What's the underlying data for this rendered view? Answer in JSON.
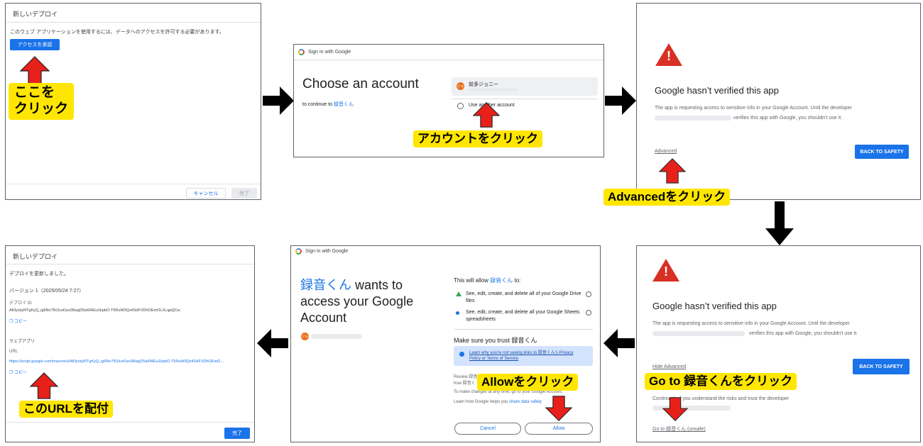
{
  "panel1": {
    "title": "新しいデプロイ",
    "message": "このウェブ アプリケーションを使用するには、データへのアクセスを許可する必要があります。",
    "authorize_button": "アクセスを承認",
    "cancel_button": "キャンセル",
    "done_button": "完了",
    "callout_line1": "ここを",
    "callout_line2": "クリック"
  },
  "panel2": {
    "header": "Sign in with Google",
    "heading": "Choose an account",
    "continue_prefix": "to continue to",
    "app_name": "録音くん",
    "account_name": "前多ジョニー",
    "account_avatar": "ジョ",
    "other_account": "Use another account",
    "callout": "アカウントをクリック"
  },
  "panel3": {
    "heading": "Google hasn’t verified this app",
    "body_line1": "The app is requesting access to sensitive info in your Google Account. Until the developer",
    "body_line2": "verifies this app with Google, you shouldn't use it.",
    "advanced_link": "Advanced",
    "back_button": "BACK TO SAFETY",
    "callout": "Advancedをクリック"
  },
  "panel4": {
    "heading": "Google hasn’t verified this app",
    "body_line1": "The app is requesting access to sensitive info in your Google Account. Until the developer",
    "body_line2": "verifies this app with Google, you shouldn't use it.",
    "hide_advanced": "Hide Advanced",
    "back_button": "BACK TO SAFETY",
    "continue_text": "Continu   nly if you understand the risks and trust the developer",
    "go_to_link": "Go to 録音くん (unsafe)",
    "callout": "Go to 録音くんをクリック"
  },
  "panel5": {
    "header": "Sign in with Google",
    "app_name": "録音くん",
    "heading_rest1": " wants to",
    "heading_line2": "access your Google",
    "heading_line3": "Account",
    "avatar": "ジョ",
    "allow_title_prefix": "This will allow",
    "allow_title_suffix": "to:",
    "perm1_line1": "See, edit, create, and delete all of your Google Drive",
    "perm1_line2": "files",
    "perm2_line1": "See, edit, create, and delete all your Google Sheets",
    "perm2_line2": "spreadsheets",
    "trust_title": "Make sure you trust 録音くん",
    "info_line1": "Learn why you're not seeing links to 録音くん's Privacy",
    "info_line2": "Policy or Terms of Service",
    "review_line1": "Review 録音",
    "review_line2": "how 録音く",
    "changes_line": "To make changes at any time, go to your Google Account.",
    "learn_line_prefix": "Learn how Google helps you",
    "learn_line_link": "share data safely",
    "cancel_button": "Cancel",
    "allow_button": "Allow",
    "callout": "Allowをクリック"
  },
  "panel6": {
    "title": "新しいデプロイ",
    "updated": "デプロイを更新しました。",
    "version": "バージョン 1（2025/05/24 7:27）",
    "deploy_id_label": "デプロイ ID",
    "deploy_id": "AKfycbyRTgKyQ_ig6Nn7N1IceFjvx36wgD5aKfAEu1kpbO-T5RuW0Qx4SdFXDhOEmOLXLqpQCw",
    "copy1": "コピー",
    "webapp_label": "ウェブアプリ",
    "url_label": "URL",
    "url": "https://script.google.com/macros/s/AKfycbyRTgKyQ_ig6Nn7N1IceFjvx36wgD5aKfAEu1kpbO-T5RuW0Qx4SdFXDhOEmO...",
    "copy2": "コピー",
    "done_button": "完了",
    "callout": "このURLを配付"
  },
  "colors": {
    "accent": "#1a73e8",
    "callout": "#ffe600",
    "arrow_red": "#e8201a",
    "warning": "#d93025"
  },
  "icons": [
    "google-logo-icon",
    "warning-icon",
    "user-circle-icon",
    "drive-icon",
    "sheets-dot-icon",
    "info-icon",
    "copy-icon",
    "flow-arrow-icon",
    "red-pointer-arrow-icon"
  ]
}
